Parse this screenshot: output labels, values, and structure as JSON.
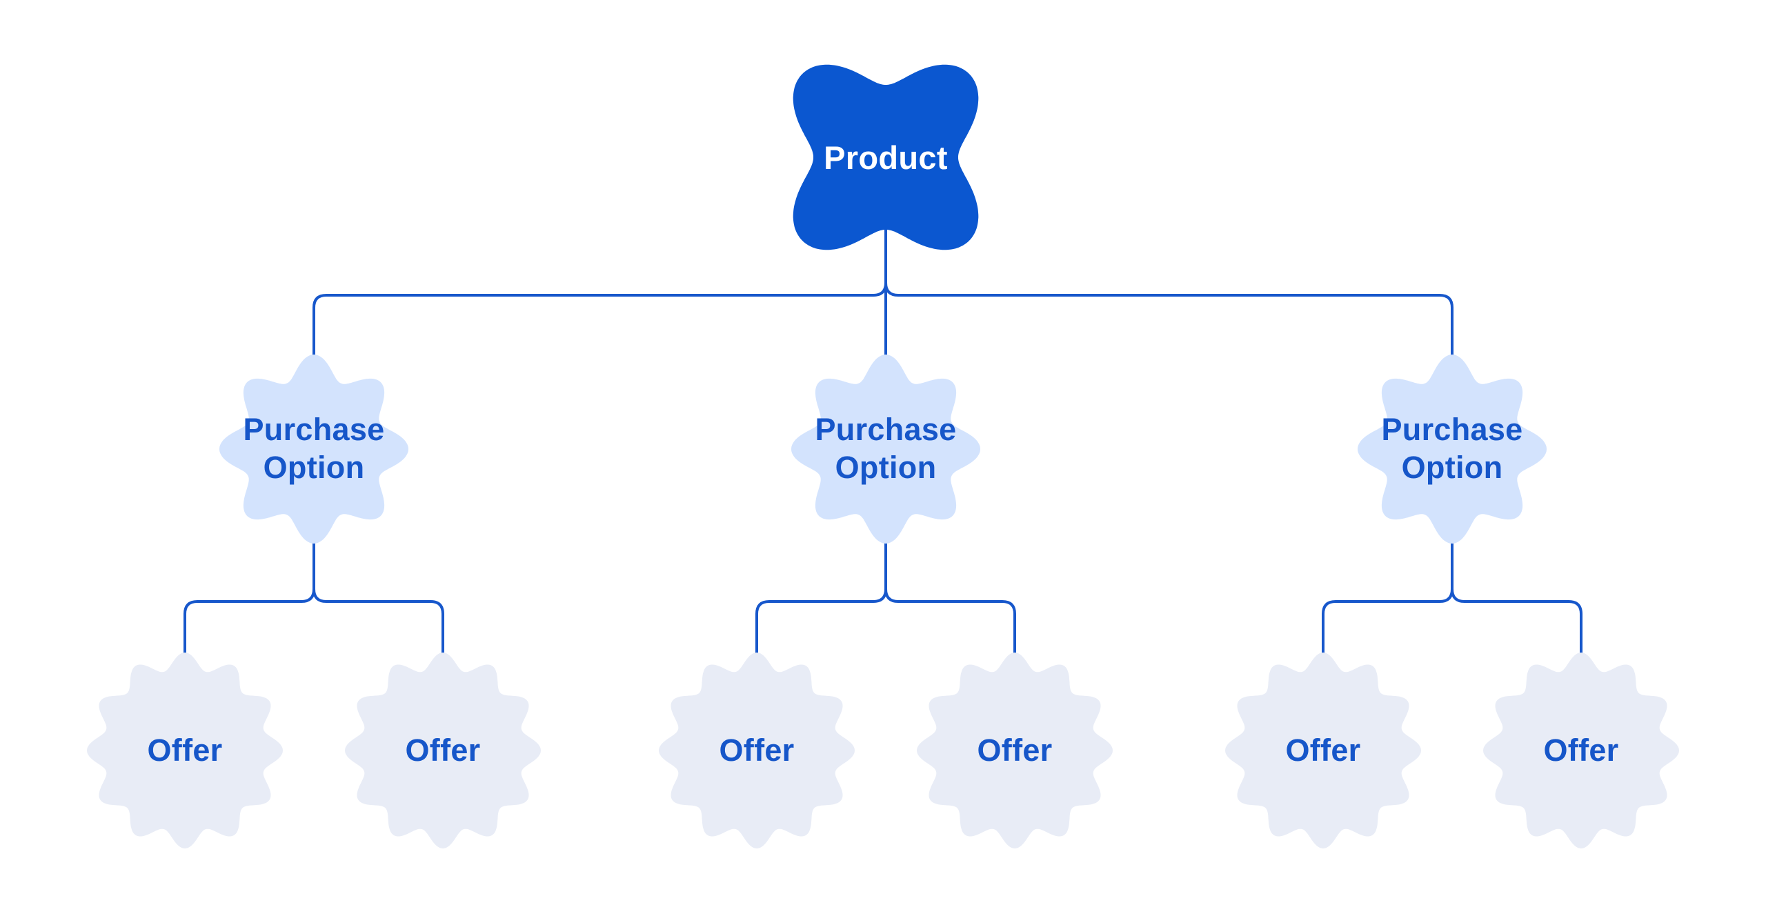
{
  "colors": {
    "background": "#ffffff",
    "node_fill_primary": "#0b57d0",
    "node_fill_secondary": "#d3e3fd",
    "node_fill_tertiary": "#e8ecf6",
    "label_on_primary": "#ffffff",
    "label_blue": "#1656c9",
    "connector": "#1757cb"
  },
  "tree": {
    "root": {
      "label": "Product",
      "shape": "clover-4-blob"
    },
    "children": [
      {
        "label": "Purchase Option",
        "shape": "cookie-8-blob",
        "children": [
          {
            "label": "Offer",
            "shape": "cookie-12-blob"
          },
          {
            "label": "Offer",
            "shape": "cookie-12-blob"
          }
        ]
      },
      {
        "label": "Purchase Option",
        "shape": "cookie-8-blob",
        "children": [
          {
            "label": "Offer",
            "shape": "cookie-12-blob"
          },
          {
            "label": "Offer",
            "shape": "cookie-12-blob"
          }
        ]
      },
      {
        "label": "Purchase Option",
        "shape": "cookie-8-blob",
        "children": [
          {
            "label": "Offer",
            "shape": "cookie-12-blob"
          },
          {
            "label": "Offer",
            "shape": "cookie-12-blob"
          }
        ]
      }
    ]
  }
}
